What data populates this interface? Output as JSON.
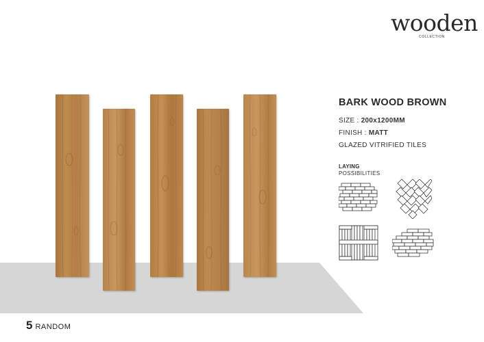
{
  "brand": {
    "logo_word": "wooden",
    "logo_sub": "COLLECTION"
  },
  "product": {
    "name": "BARK WOOD BROWN",
    "size_label": "SIZE :",
    "size_value": "200x1200MM",
    "finish_label": "FINISH :",
    "finish_value": "MATT",
    "type": "GLAZED VITRIFIED TILES"
  },
  "laying": {
    "title": "LAYING",
    "subtitle": "POSSIBILITIES",
    "patterns": [
      "brick-staggered-pattern-icon",
      "herringbone-pattern-icon",
      "basketweave-pattern-icon",
      "offset-plank-pattern-icon"
    ]
  },
  "variation": {
    "count": "5",
    "label": "RANDOM"
  },
  "colors": {
    "wood_base": "#b98548",
    "wood_light": "#c9975c",
    "wood_dark": "#8f5f2c",
    "floor_gray": "#d6d6d6",
    "text": "#222222"
  }
}
